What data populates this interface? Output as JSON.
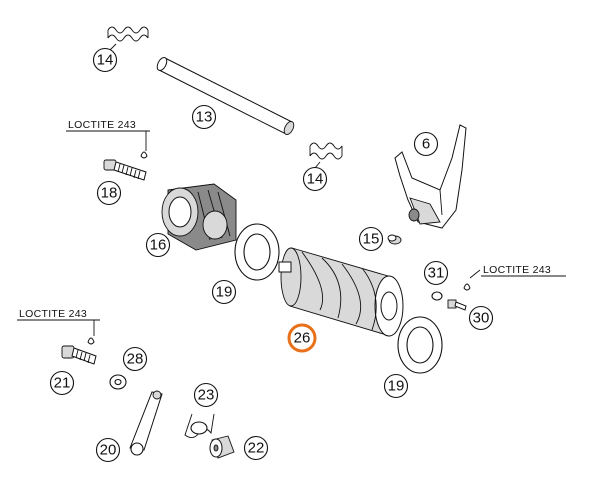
{
  "labels": {
    "l6": "6",
    "l13": "13",
    "l14a": "14",
    "l14b": "14",
    "l15": "15",
    "l16": "16",
    "l18": "18",
    "l19a": "19",
    "l19b": "19",
    "l20": "20",
    "l21": "21",
    "l22": "22",
    "l23": "23",
    "l26": "26",
    "l28": "28",
    "l30": "30",
    "l31": "31"
  },
  "notes": {
    "loctite_top": "LOCTITE 243",
    "loctite_right": "LOCTITE 243",
    "loctite_left": "LOCTITE 243"
  },
  "colors": {
    "highlight": "#e8701a",
    "ink": "#111111"
  }
}
